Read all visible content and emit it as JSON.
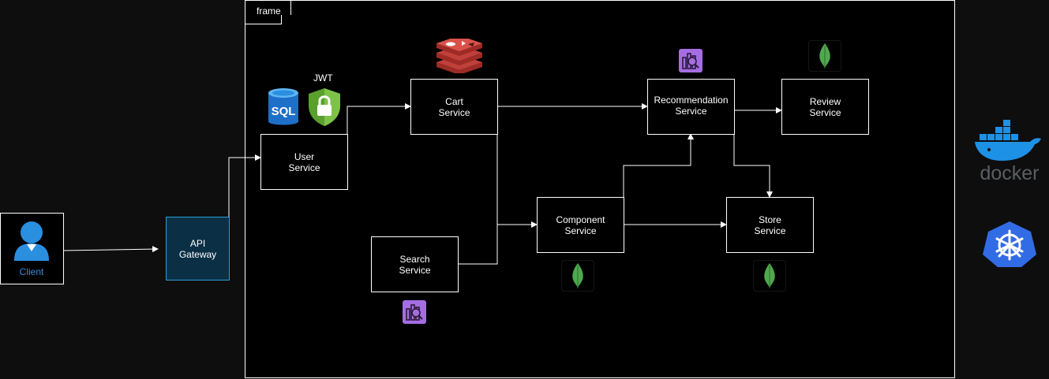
{
  "frame": {
    "label": "frame"
  },
  "client": {
    "label": "Client"
  },
  "gateway": {
    "label": "API\nGateway"
  },
  "services": {
    "user": "User\nService",
    "cart": "Cart\nService",
    "search": "Search\nService",
    "component": "Component\nService",
    "recommendation": "Recommendation\nService",
    "review": "Review\nService",
    "store": "Store\nService"
  },
  "icons": {
    "sql": {
      "name": "sql-database-icon",
      "label": "SQL"
    },
    "jwt": {
      "name": "jwt-shield-icon",
      "label": "JWT"
    },
    "redis": {
      "name": "redis-icon"
    },
    "mongodb": {
      "name": "mongodb-leaf-icon"
    },
    "opensearch": {
      "name": "opensearch-icon"
    },
    "docker": {
      "name": "docker-icon",
      "label": "docker"
    },
    "kubernetes": {
      "name": "kubernetes-icon"
    }
  },
  "colors": {
    "background": "#0e0e0e",
    "frame_background": "#000000",
    "gateway_fill": "#0b2f45",
    "gateway_border": "#2a9fd6",
    "client_text": "#3a8ee6",
    "mongodb_green": "#4fa94d",
    "opensearch_purple": "#a56de2",
    "redis_red": "#c0403b",
    "docker_blue": "#1d91e6",
    "kubernetes_blue": "#326ce5"
  }
}
